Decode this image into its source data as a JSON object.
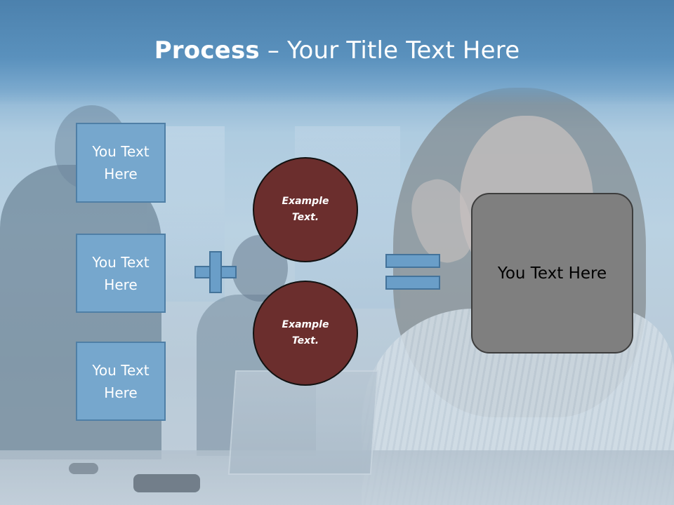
{
  "slide": {
    "title_bold": "Process",
    "title_rest": " – Your Title Text Here"
  },
  "steps": [
    {
      "label": "You Text\nHere"
    },
    {
      "label": "You Text\nHere"
    },
    {
      "label": "You Text\nHere"
    }
  ],
  "circles": [
    {
      "label": "Example\nText."
    },
    {
      "label": "Example\nText."
    }
  ],
  "result": {
    "label": "You Text Here"
  },
  "colors": {
    "title_bar": "#4c81ad",
    "step_box_fill": "#76a7cd",
    "circle_fill": "#6b2e2d",
    "result_fill": "#7f7f7f",
    "operator_fill": "#6a9ec8"
  },
  "icons": [
    "plus-icon",
    "equals-icon"
  ]
}
